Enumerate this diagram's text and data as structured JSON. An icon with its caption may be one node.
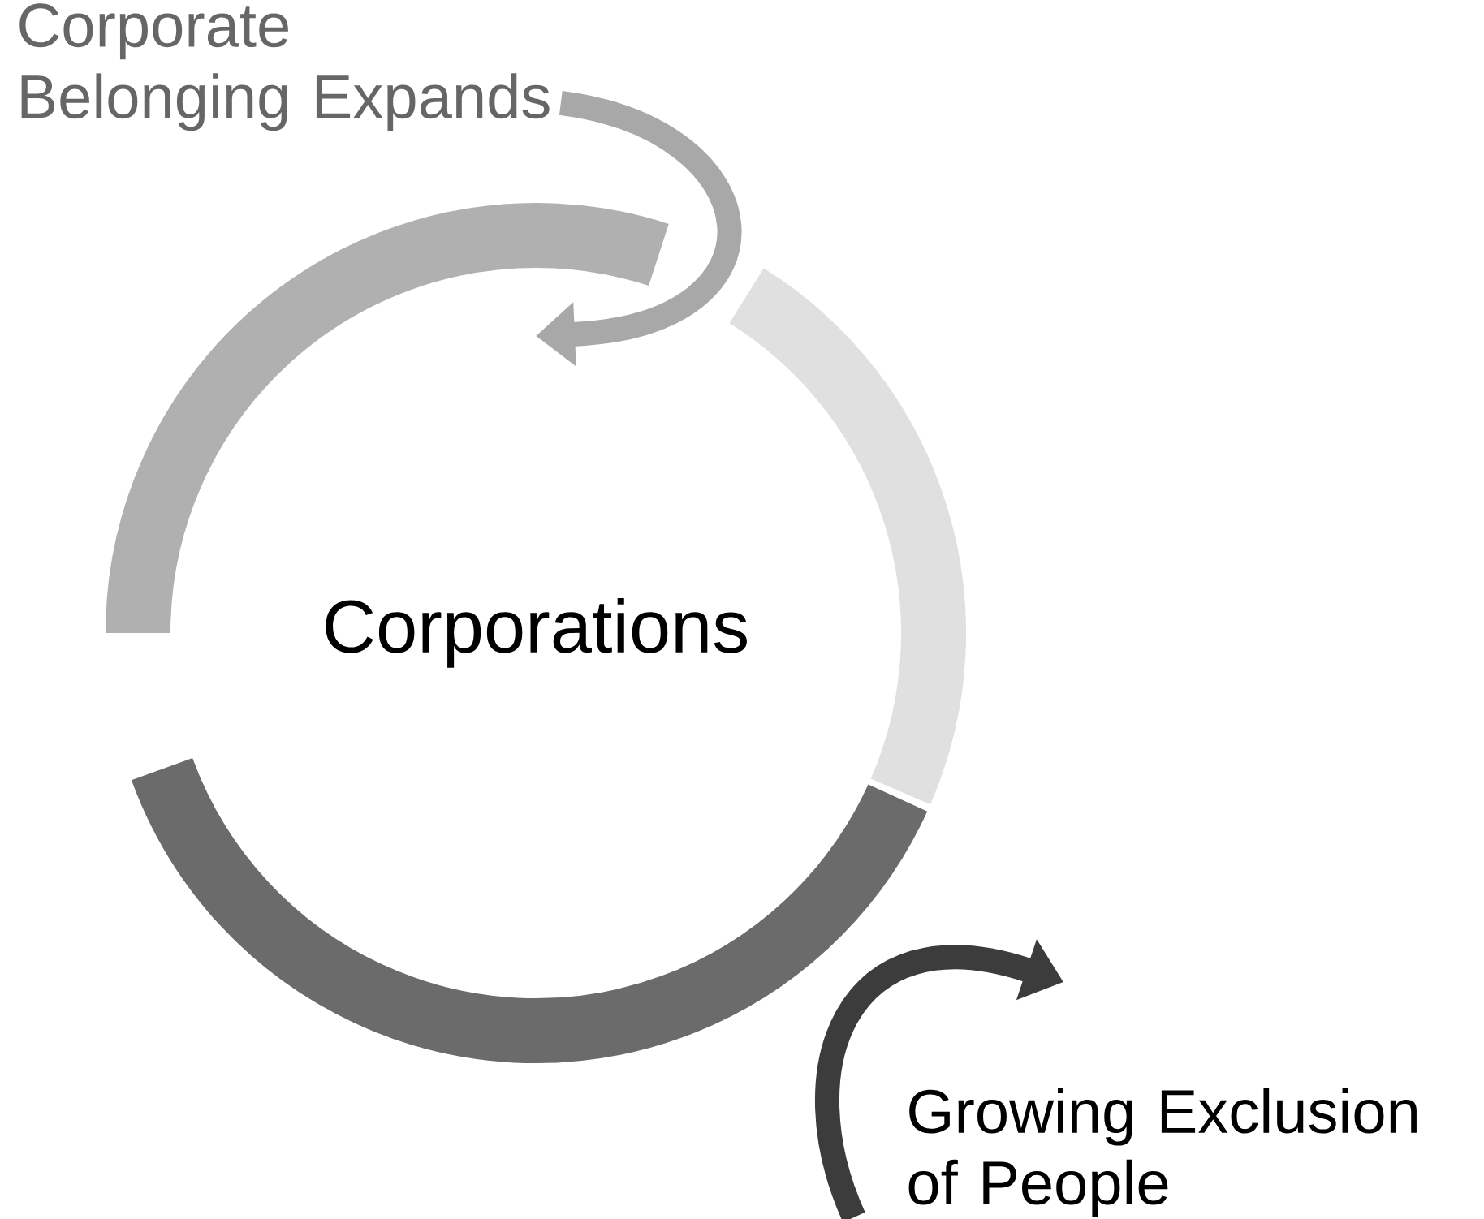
{
  "diagram": {
    "nodes": [
      {
        "text": [
          "Corporate Belonging Expands"
        ]
      },
      {
        "text": [
          "Corporations"
        ]
      },
      {
        "text": [
          "Growing Exclusion of People"
        ]
      }
    ],
    "edges": [
      {
        "from": 0,
        "to": 1,
        "arrow": "to",
        "color": "#a8a8a8"
      },
      {
        "from": 2,
        "to": null,
        "arrow": "to",
        "color": "#3c3c3c"
      }
    ]
  }
}
